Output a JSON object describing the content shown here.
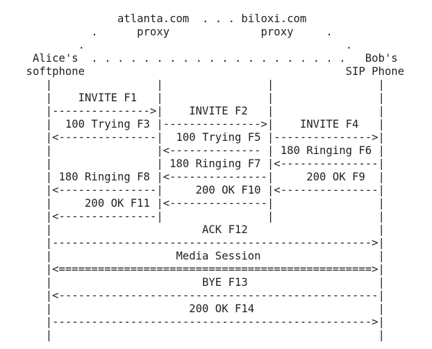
{
  "diagram": {
    "lines": [
      "                  atlanta.com  . . . biloxi.com",
      "              .      proxy              proxy     .",
      "            .                                        .",
      "     Alice's  . . . . . . . . . . . . . . . . . . . .   Bob's",
      "    softphone                                        SIP Phone",
      "       |                |                |                |",
      "       |    INVITE F1   |                |                |",
      "       |--------------->|    INVITE F2   |                |",
      "       |  100 Trying F3 |--------------->|    INVITE F4   |",
      "       |<---------------|  100 Trying F5 |--------------->|",
      "       |                |<-------------- | 180 Ringing F6 |",
      "       |                | 180 Ringing F7 |<---------------|",
      "       | 180 Ringing F8 |<---------------|     200 OK F9  |",
      "       |<---------------|     200 OK F10 |<---------------|",
      "       |     200 OK F11 |<---------------|                |",
      "       |<---------------|                |                |",
      "       |                       ACK F12                    |",
      "       |------------------------------------------------->|",
      "       |                   Media Session                  |",
      "       |<================================================>|",
      "       |                       BYE F13                    |",
      "       |<-------------------------------------------------|",
      "       |                     200 OK F14                   |",
      "       |------------------------------------------------->|",
      "       |                                                  |"
    ]
  }
}
